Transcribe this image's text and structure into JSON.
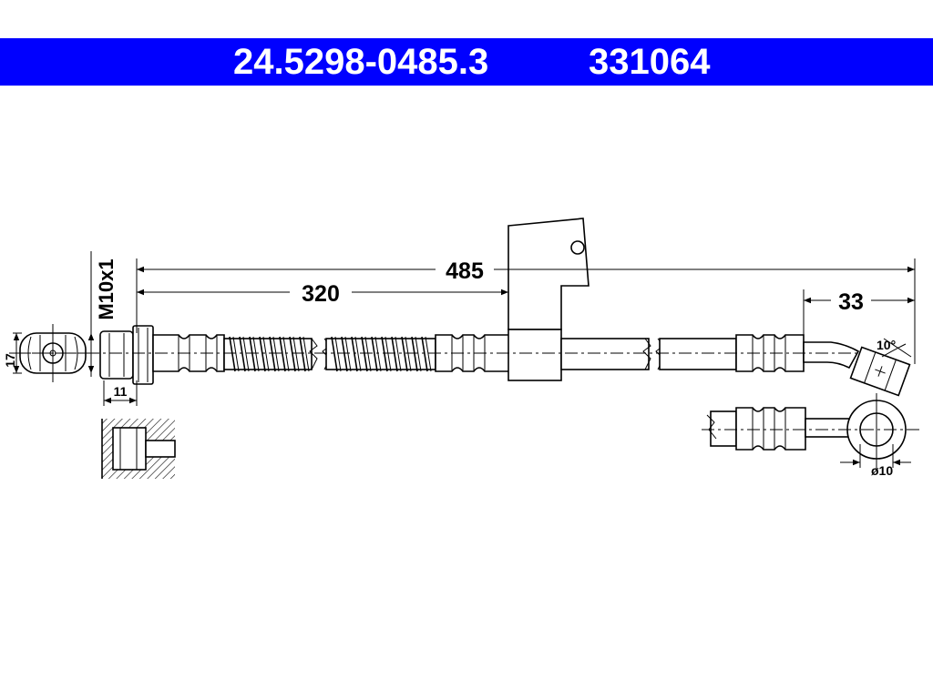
{
  "header": {
    "part_number": "24.5298-0485.3",
    "reference": "331064",
    "background_color": "#0000ff",
    "text_color": "#ffffff"
  },
  "dimensions": {
    "total_length": "485",
    "mid_length": "320",
    "end_length": "33",
    "thread": "M10x1",
    "hex_size": "17",
    "fitting_length": "11",
    "bend_angle": "10°",
    "eye_diameter": "ø10"
  }
}
